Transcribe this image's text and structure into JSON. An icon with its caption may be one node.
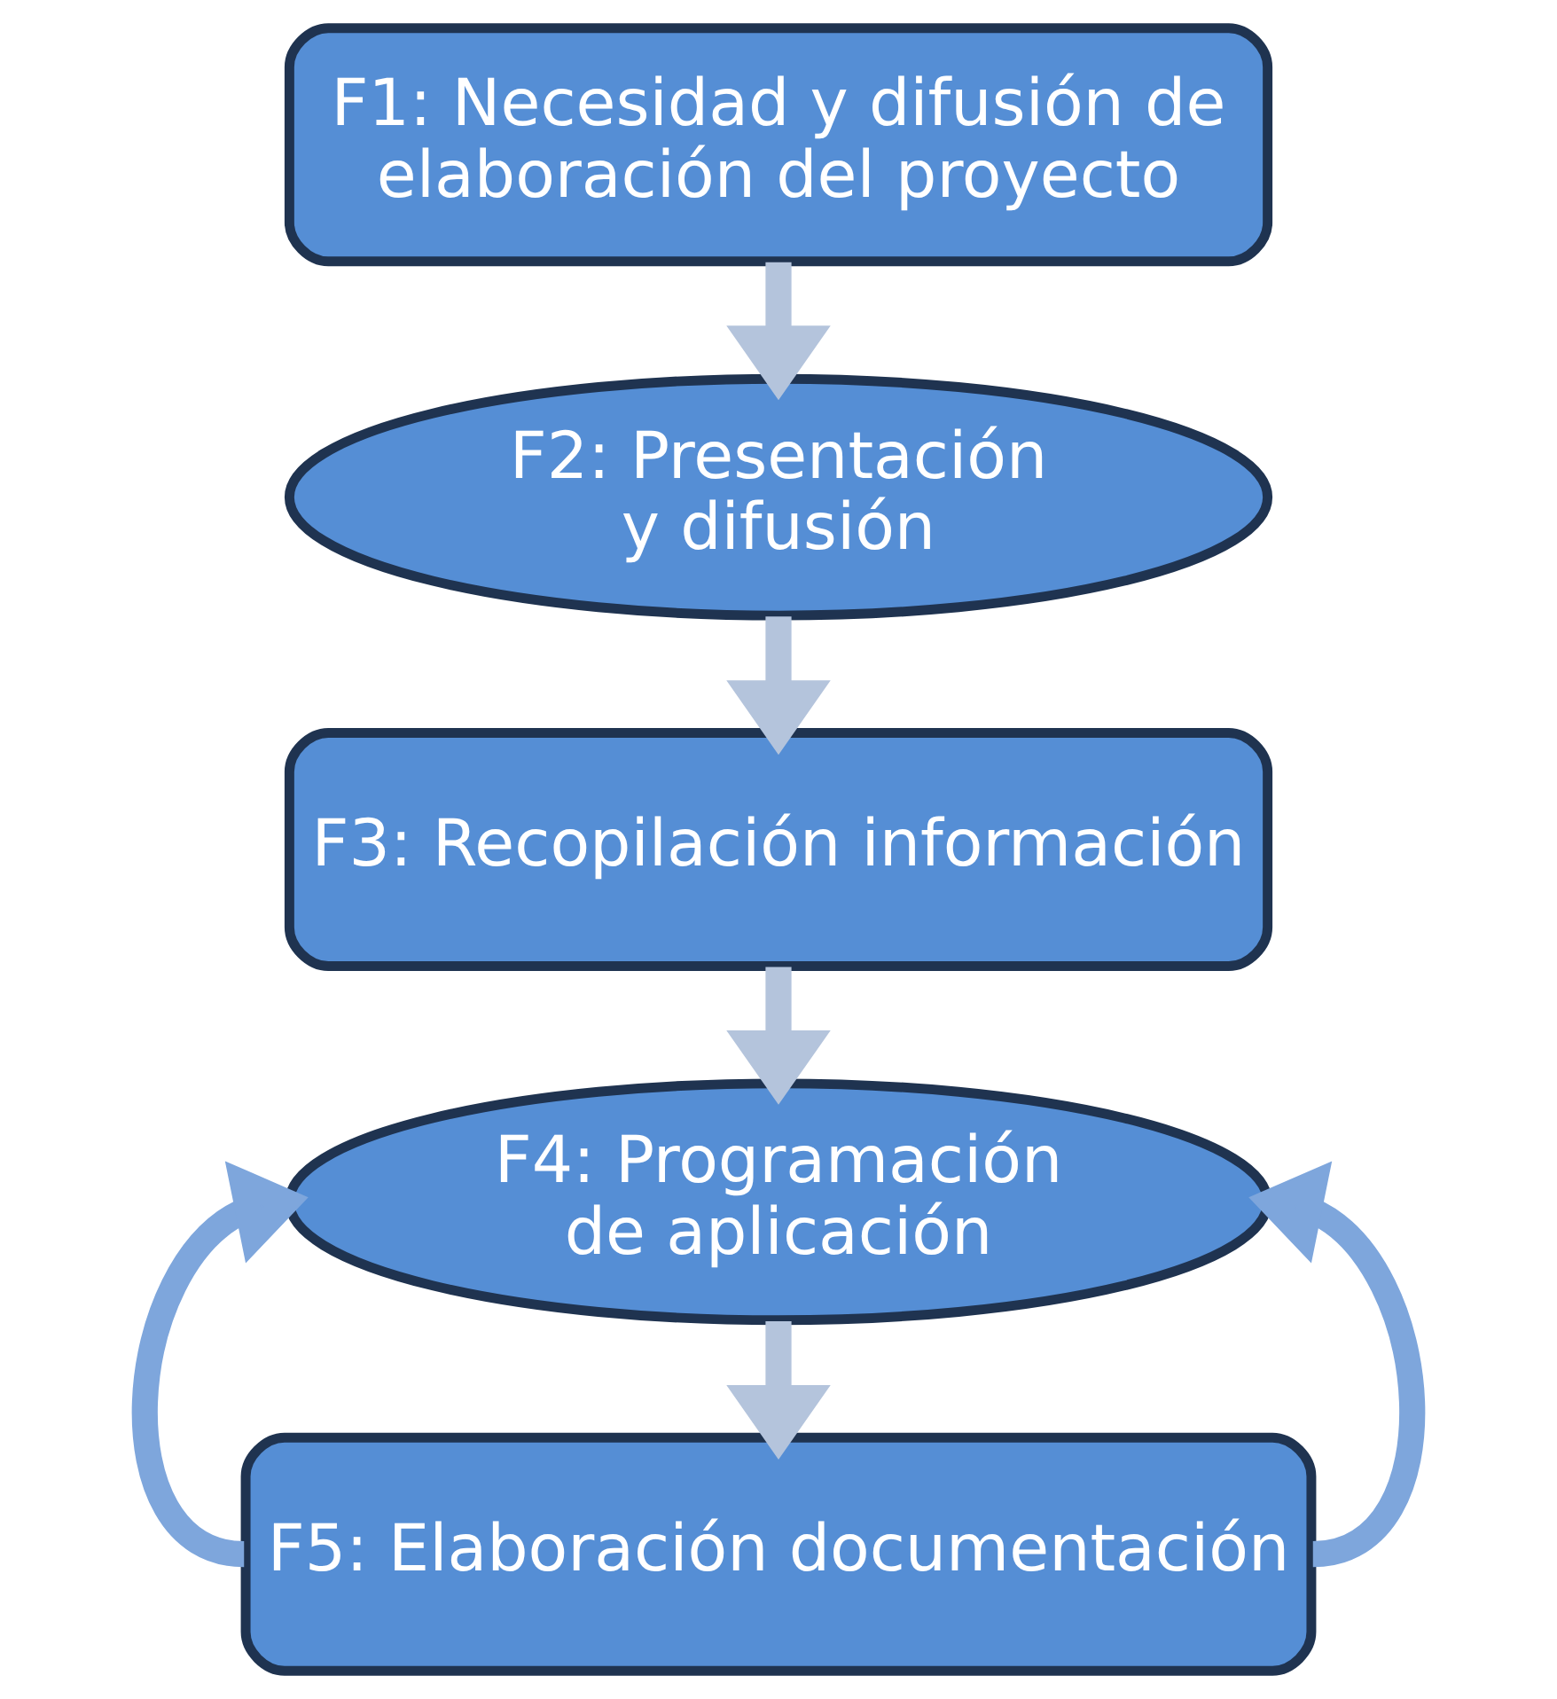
{
  "diagram": {
    "nodes": [
      {
        "text": [
          "F1: Necesidad y difusión de elaboración del proyecto"
        ]
      },
      {
        "text": [
          "F2: Presentación y difusión"
        ]
      },
      {
        "text": [
          "F3: Recopilación información"
        ]
      },
      {
        "text": [
          "F4: Programación de aplicación"
        ]
      },
      {
        "text": [
          "F5: Elaboración documentación"
        ]
      }
    ],
    "edges": [
      {
        "from": 0,
        "to": 1,
        "arrow": "to"
      },
      {
        "from": 1,
        "to": 2,
        "arrow": "to"
      },
      {
        "from": 2,
        "to": 3,
        "arrow": "to"
      },
      {
        "from": 3,
        "to": 4,
        "arrow": "to"
      },
      {
        "from": 4,
        "to": 3,
        "arrow": "to",
        "color": "#7ea6dc"
      },
      {
        "from": 4,
        "to": 3,
        "arrow": "to",
        "color": "#7ea6dc"
      }
    ]
  }
}
